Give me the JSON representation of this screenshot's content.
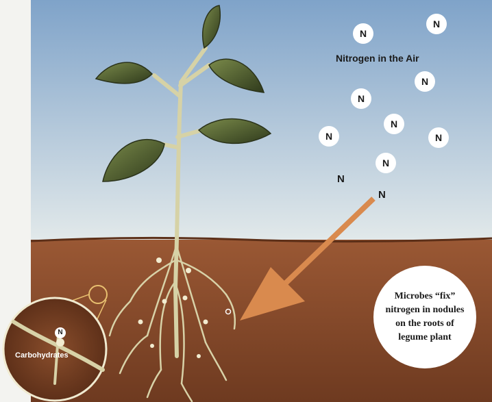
{
  "air_label": "Nitrogen in the Air",
  "n_symbol": "N",
  "nodule_text": "Microbes “fix” nitrogen in nodules on the roots of legume plant",
  "zoom_label": "Carbohydrates",
  "zoom_n": "N",
  "colors": {
    "sky_top": "#7fa3c9",
    "sky_bottom": "#dfe7ea",
    "soil": "#8a4a2a",
    "arrow": "#d98a4e",
    "leaf": "#4c5a2e",
    "stem": "#d7d4b0"
  }
}
